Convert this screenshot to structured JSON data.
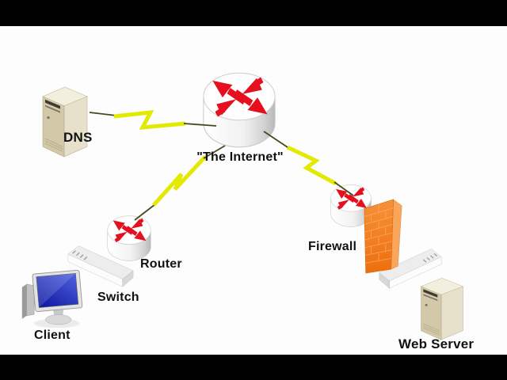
{
  "app": {
    "type": "network-topology-diagram",
    "background": "#000000",
    "canvas_background": "#fdfdfd"
  },
  "nodes": {
    "dns": {
      "label": "DNS",
      "icon": "server-tower-icon"
    },
    "internet": {
      "label": "\"The Internet\"",
      "icon": "router-cylinder-icon"
    },
    "router": {
      "label": "Router",
      "icon": "router-cylinder-icon"
    },
    "switch": {
      "label": "Switch",
      "icon": "switch-bar-icon"
    },
    "client": {
      "label": "Client",
      "icon": "desktop-computer-icon"
    },
    "firewall": {
      "label": "Firewall",
      "icon": "router-cylinder-icon + brick-wall-icon"
    },
    "web_server": {
      "label": "Web Server",
      "icon": "switch-bar-icon + server-tower-icon"
    }
  },
  "connections": [
    {
      "from": "dns",
      "to": "internet",
      "style": "lightning-bolt"
    },
    {
      "from": "internet",
      "to": "router",
      "style": "lightning-bolt"
    },
    {
      "from": "internet",
      "to": "firewall",
      "style": "lightning-bolt"
    }
  ],
  "colors": {
    "arrow_red": "#e60f1e",
    "bolt_yellow": "#e4e900",
    "bolt_green_dark": "#44481c",
    "wall_orange_main": "#f5862c",
    "wall_orange_dark": "#d96a10",
    "wall_orange_light": "#f9a55c",
    "tower_front": "#d3c9a9",
    "tower_side": "#e7e1cb",
    "tower_top": "#f3efdf",
    "screen_blue_light": "#4f62de",
    "screen_blue_dark": "#0c16a0",
    "label_black": "#111111"
  }
}
